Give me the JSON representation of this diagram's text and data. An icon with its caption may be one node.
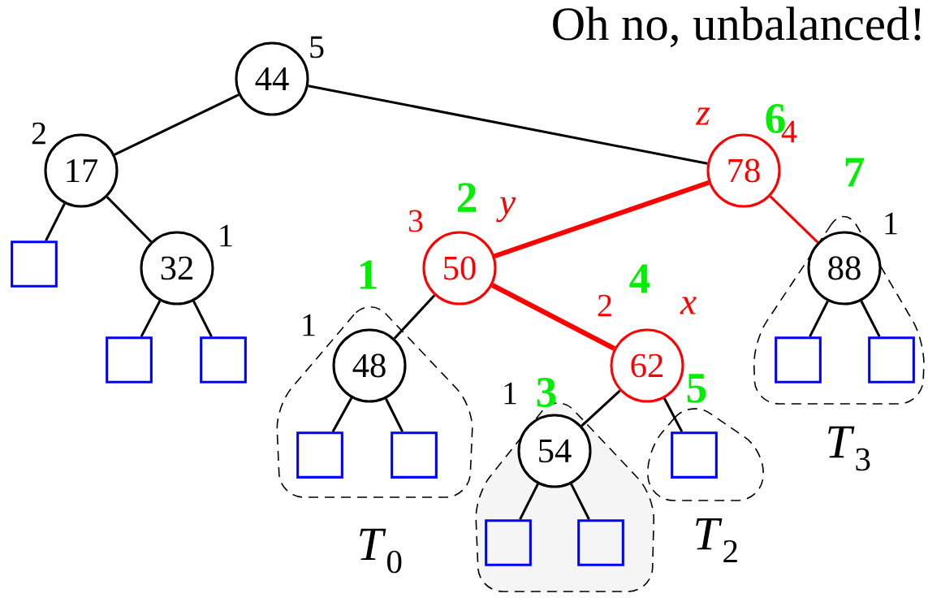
{
  "diagram": {
    "title": "Oh no, unbalanced!",
    "nodes": [
      {
        "text": [
          "44"
        ],
        "beside": [
          "5"
        ]
      },
      {
        "text": [
          "17"
        ],
        "beside": [
          "2"
        ]
      },
      {
        "text": [
          "78"
        ],
        "beside": [
          "z",
          "6",
          "4"
        ]
      },
      {
        "text": [],
        "shape": "box"
      },
      {
        "text": [
          "32"
        ],
        "beside": [
          "1"
        ]
      },
      {
        "text": [
          "50"
        ],
        "beside": [
          "3",
          "2",
          "y"
        ]
      },
      {
        "text": [
          "*T*$_{3}$"
        ],
        "beside": [
          "7"
        ]
      },
      {
        "text": [
          "88"
        ],
        "beside": [
          "1"
        ],
        "in": 6
      },
      {
        "text": [],
        "shape": "box"
      },
      {
        "text": [],
        "shape": "box"
      },
      {
        "text": [],
        "shape": "box",
        "in": 6
      },
      {
        "text": [],
        "shape": "box",
        "in": 6
      },
      {
        "text": [
          "*T*$_{0}$"
        ],
        "beside": [
          "1"
        ]
      },
      {
        "text": [
          "48"
        ],
        "beside": [
          "1"
        ],
        "in": 12
      },
      {
        "text": [
          "62"
        ],
        "beside": [
          "2",
          "4",
          "x"
        ]
      },
      {
        "text": [],
        "shape": "box",
        "in": 12
      },
      {
        "text": [],
        "shape": "box",
        "in": 12
      },
      {
        "text": [],
        "shape": "blob",
        "beside": [
          "3"
        ]
      },
      {
        "text": [
          "54"
        ],
        "beside": [
          "1"
        ],
        "in": 17
      },
      {
        "text": [
          "*T*$_{2}$"
        ],
        "beside": [
          "5"
        ]
      },
      {
        "text": [],
        "shape": "box",
        "in": 19
      },
      {
        "text": [],
        "shape": "box",
        "in": 17
      },
      {
        "text": [],
        "shape": "box",
        "in": 17
      }
    ],
    "edges": [
      {
        "from": 0,
        "to": 1,
        "arrow": "none"
      },
      {
        "from": 0,
        "to": 2,
        "arrow": "none"
      },
      {
        "from": 1,
        "to": 3,
        "arrow": "none"
      },
      {
        "from": 1,
        "to": 4,
        "arrow": "none"
      },
      {
        "from": 2,
        "to": 5,
        "arrow": "none",
        "style": "thick",
        "color": "#ff0000"
      },
      {
        "from": 2,
        "to": 7,
        "arrow": "none",
        "color": "#ff0000"
      },
      {
        "from": 4,
        "to": 8,
        "arrow": "none"
      },
      {
        "from": 4,
        "to": 9,
        "arrow": "none"
      },
      {
        "from": 5,
        "to": 13,
        "arrow": "none"
      },
      {
        "from": 5,
        "to": 14,
        "arrow": "none",
        "style": "thick",
        "color": "#ff0000"
      },
      {
        "from": 7,
        "to": 10,
        "arrow": "none"
      },
      {
        "from": 7,
        "to": 11,
        "arrow": "none"
      },
      {
        "from": 13,
        "to": 15,
        "arrow": "none"
      },
      {
        "from": 13,
        "to": 16,
        "arrow": "none"
      },
      {
        "from": 14,
        "to": 18,
        "arrow": "none"
      },
      {
        "from": 14,
        "to": 20,
        "arrow": "none"
      },
      {
        "from": 18,
        "to": 21,
        "arrow": "none"
      },
      {
        "from": 18,
        "to": 22,
        "arrow": "none"
      }
    ]
  }
}
